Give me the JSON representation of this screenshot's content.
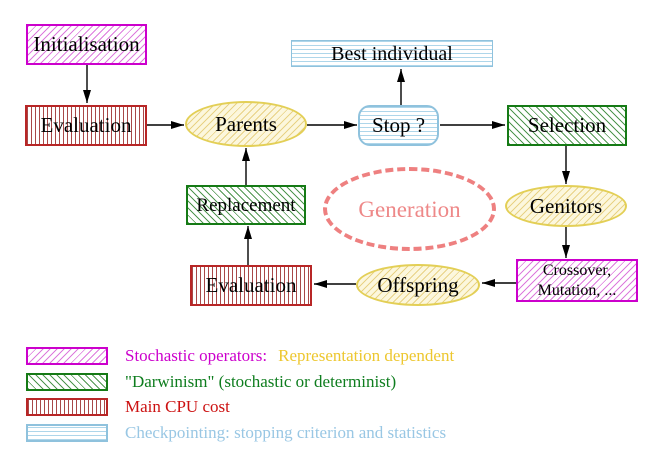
{
  "nodes": {
    "initialisation": "Initialisation",
    "evaluation_top": "Evaluation",
    "parents": "Parents",
    "best_individual": "Best individual",
    "stop": "Stop ?",
    "selection": "Selection",
    "replacement": "Replacement",
    "generation": "Generation",
    "genitors": "Genitors",
    "crossover_line1": "Crossover,",
    "crossover_line2": "Mutation, ...",
    "offspring": "Offspring",
    "evaluation_bottom": "Evaluation"
  },
  "legend": {
    "rows": [
      {
        "swatch": "magenta-diagonal-hatch",
        "text1": "Stochastic operators:",
        "color1": "#cc00cc",
        "text2": "Representation dependent",
        "color2": "#edc72f"
      },
      {
        "swatch": "green-diagonal-hatch",
        "text1": "\"Darwinism\" (stochastic or determinist)",
        "color1": "#0e7d1e"
      },
      {
        "swatch": "red-vertical-stripes",
        "text1": "Main CPU cost",
        "color1": "#cc1111"
      },
      {
        "swatch": "cyan-horizontal-stripes",
        "text1": "Checkpointing: stopping criterion and statistics",
        "color1": "#99c7e4"
      }
    ]
  },
  "colors": {
    "magenta_border": "#cc00cc",
    "magenta_hatch": "#dd7add",
    "red_border": "#b82626",
    "red_stripe": "#a84848",
    "green_border": "#157a15",
    "green_hatch": "#4f964f",
    "yellow_border": "#e3cf56",
    "yellow_hatch": "#e8d285",
    "yellow_background": "#fcf7dd",
    "cyan_border": "#8fc2dd",
    "cyan_stripe": "#aed6ea",
    "generation_dash": "#ee8080",
    "arrow": "#000000"
  }
}
